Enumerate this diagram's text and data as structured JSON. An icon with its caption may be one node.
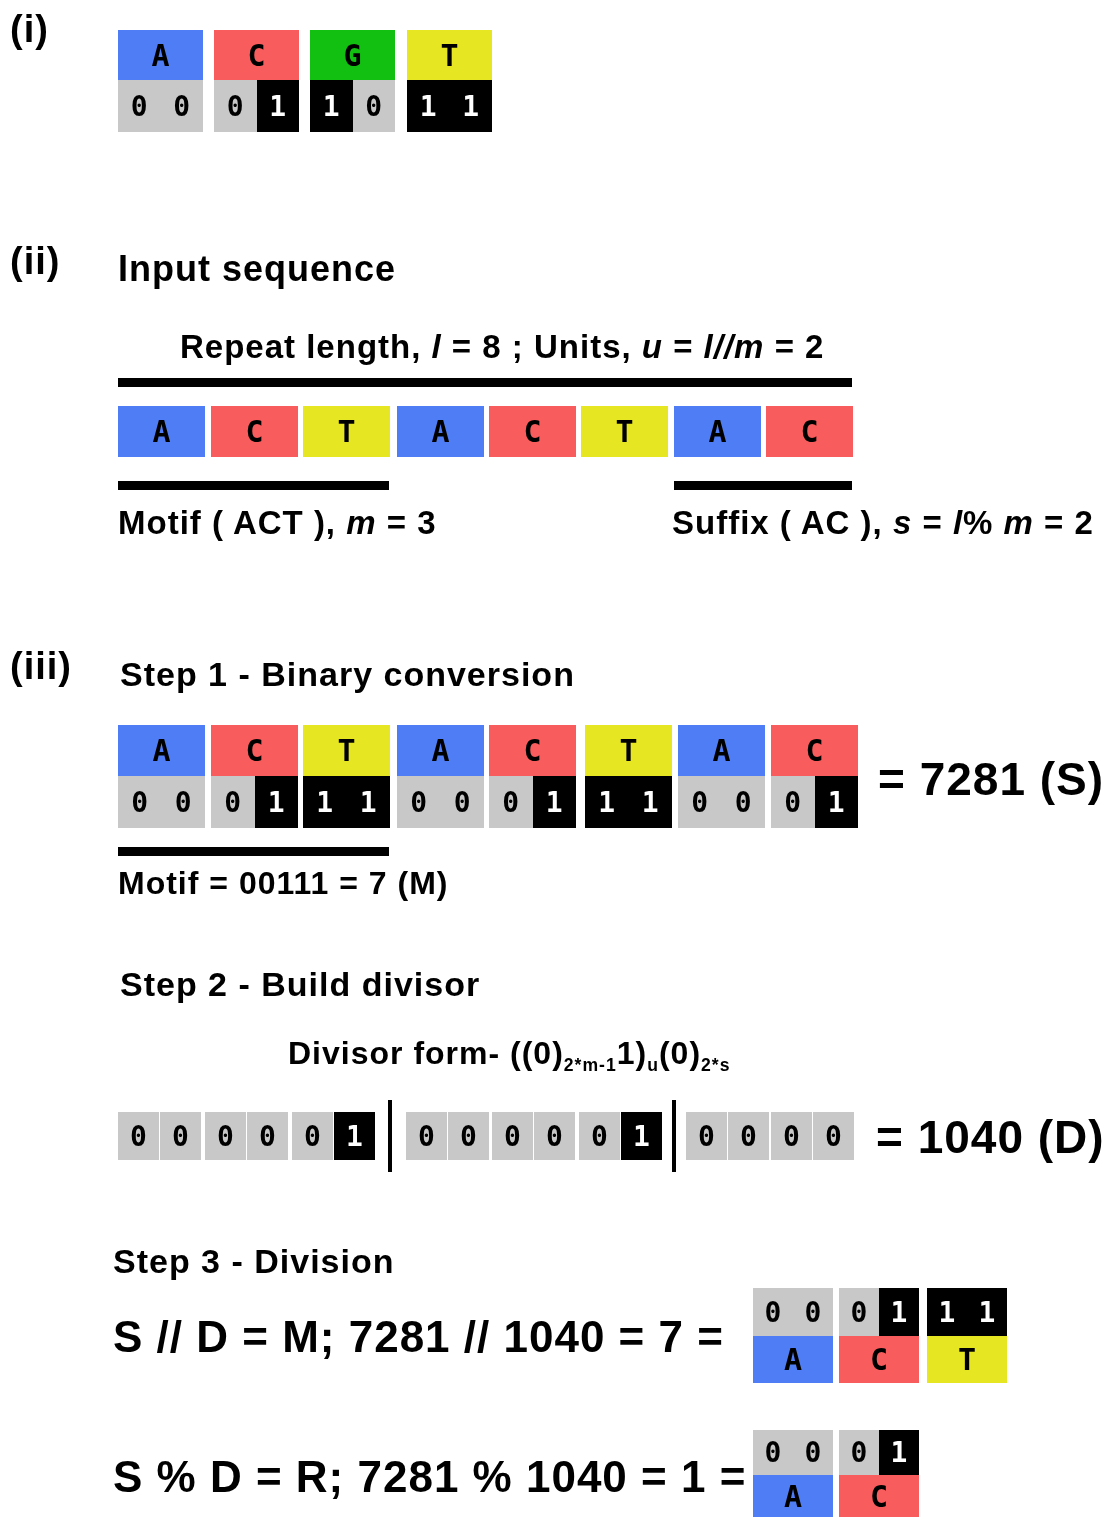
{
  "diagram": {
    "labels": [
      "(i)",
      "A",
      "C",
      "G",
      "T",
      "0",
      "0",
      "0",
      "1",
      "1",
      "0",
      "1",
      "1",
      "(ii)",
      "Input sequence",
      "Repeat length, *l* = 8 ; Units, *u* = *l//m* = 2",
      "A",
      "C",
      "T",
      "A",
      "C",
      "T",
      "A",
      "C",
      "Motif ( ACT ), *m* = 3",
      "Suffix ( AC ), *s* = *l*% *m* = 2",
      "(iii)",
      "Step 1 - Binary conversion",
      "A",
      "C",
      "T",
      "A",
      "C",
      "T",
      "A",
      "C",
      "0",
      "0",
      "0",
      "1",
      "1",
      "1",
      "0",
      "0",
      "0",
      "1",
      "1",
      "1",
      "0",
      "0",
      "0",
      "1",
      "= 7281 (S)",
      "Motif = 00111 = 7 (M)",
      "Step 2 - Build divisor",
      "Divisor form- ((0)$_{2*m-1}$1)$_{u}$(0)$_{2*s}$",
      "0",
      "0",
      "0",
      "0",
      "0",
      "1",
      "0",
      "0",
      "0",
      "0",
      "0",
      "1",
      "0",
      "0",
      "0",
      "0",
      "= 1040 (D)",
      "Step 3 - Division",
      "S // D = M;  7281 // 1040 = 7 =",
      "0",
      "0",
      "0",
      "1",
      "1",
      "1",
      "A",
      "C",
      "T",
      "S % D = R;   7281 % 1040 = 1  =",
      "0",
      "0",
      "0",
      "1",
      "A",
      "C"
    ]
  }
}
